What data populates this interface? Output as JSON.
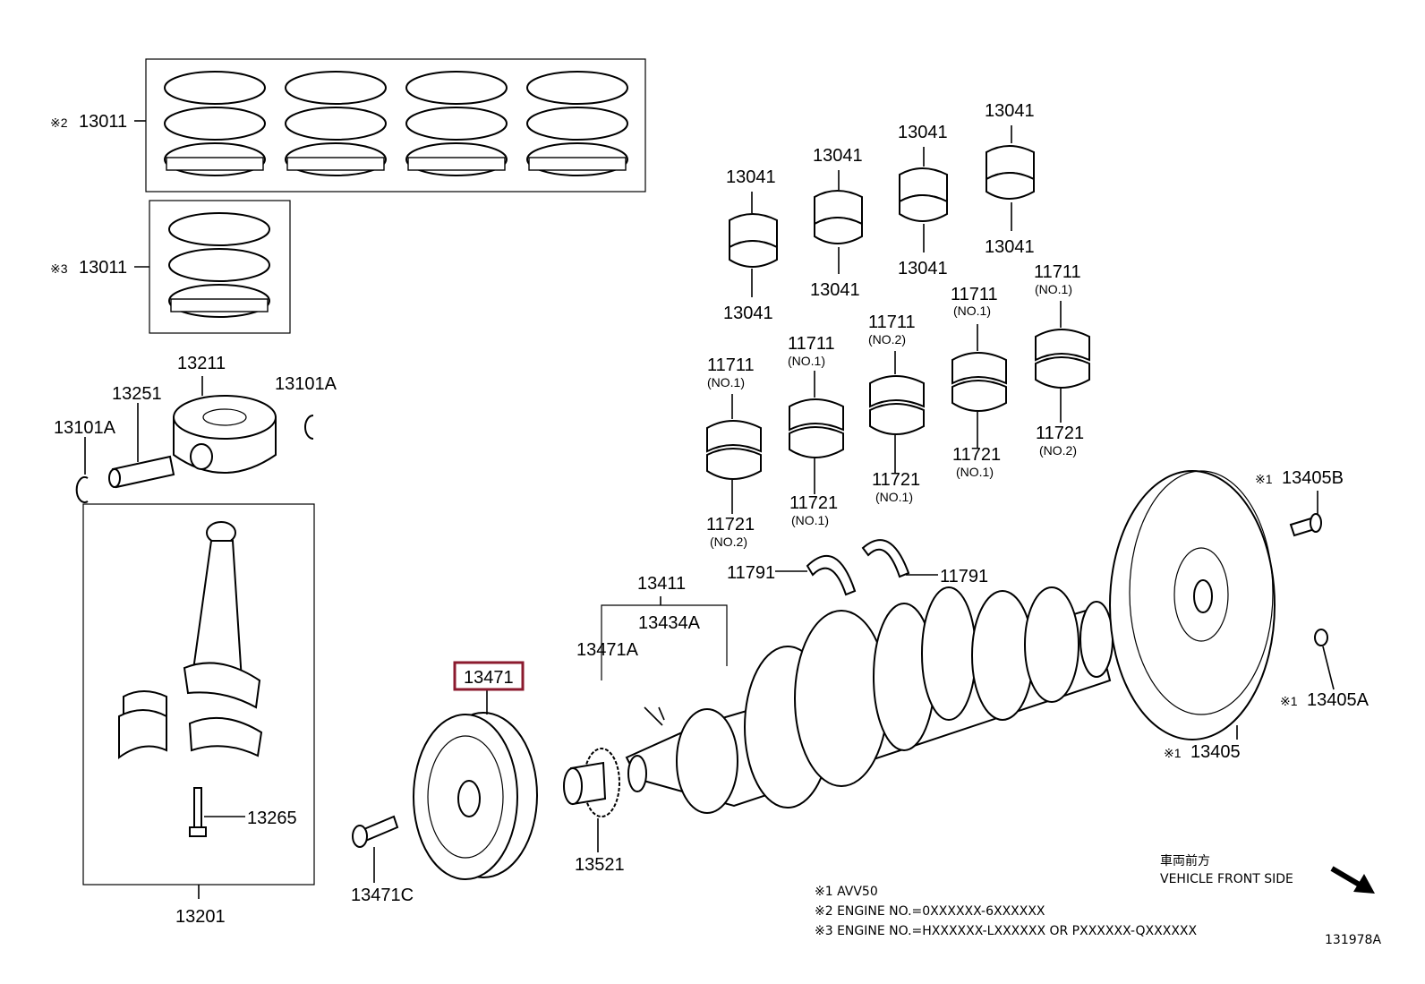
{
  "labels": {
    "rings_set2": "13011",
    "rings_set3": "13011",
    "mark2": "※2",
    "mark3": "※3",
    "piston": "13211",
    "pin": "13251",
    "snap_left": "13101A",
    "snap_right": "13101A",
    "rod_assy": "13201",
    "rod_bolt": "13265",
    "bearing_upper": [
      "13041",
      "13041",
      "13041",
      "13041"
    ],
    "bearing_lower": [
      "13041",
      "13041",
      "13041",
      "13041"
    ],
    "main_upper": [
      "11711",
      "11711",
      "11711",
      "11711",
      "11711"
    ],
    "main_upper_no": [
      "(NO.1)",
      "(NO.1)",
      "(NO.2)",
      "(NO.1)",
      "(NO.1)"
    ],
    "main_lower": [
      "11721",
      "11721",
      "11721",
      "11721",
      "11721"
    ],
    "main_lower_no": [
      "(NO.2)",
      "(NO.1)",
      "(NO.1)",
      "(NO.1)",
      "(NO.2)"
    ],
    "thrust_left": "11791",
    "thrust_right": "11791",
    "crankshaft": "13411",
    "key_a": "13434A",
    "key_b": "13471A",
    "pulley": "13471",
    "pulley_bolt": "13471C",
    "sprocket": "13521",
    "flywheel": "13405",
    "flywheel_bolt": "13405B",
    "flywheel_pin": "13405A",
    "mark1": "※1"
  },
  "direction": {
    "jp": "車両前方",
    "en": "VEHICLE FRONT SIDE"
  },
  "notes": [
    "※1 AVV50",
    "※2 ENGINE NO.=0XXXXXX-6XXXXXX",
    "※3 ENGINE NO.=HXXXXXX-LXXXXXX OR PXXXXXX-QXXXXXX"
  ],
  "diagram_code": "131978A",
  "highlight_color": "#8b1a2e"
}
